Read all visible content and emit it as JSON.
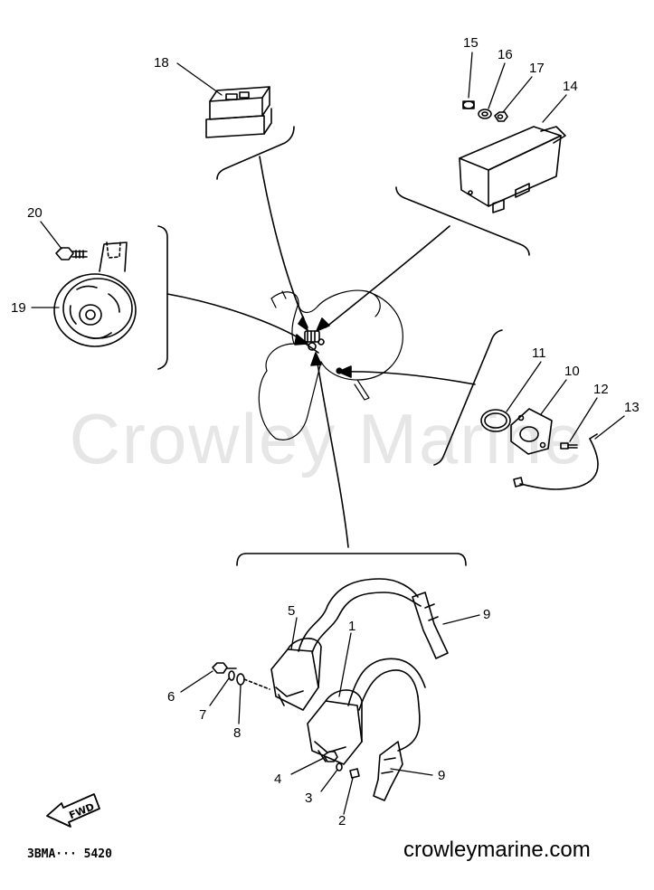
{
  "watermark": "Crowley Marine",
  "site_url": "crowleymarine.com",
  "diagram_code": "3BMA··· 5420",
  "fwd_label": "FWD",
  "callouts": {
    "c1": "1",
    "c2": "2",
    "c3": "3",
    "c4": "4",
    "c5": "5",
    "c6": "6",
    "c7": "7",
    "c8": "8",
    "c9a": "9",
    "c9b": "9",
    "c10": "10",
    "c11": "11",
    "c12": "12",
    "c13": "13",
    "c14": "14",
    "c15": "15",
    "c16": "16",
    "c17": "17",
    "c18": "18",
    "c19": "19",
    "c20": "20"
  }
}
